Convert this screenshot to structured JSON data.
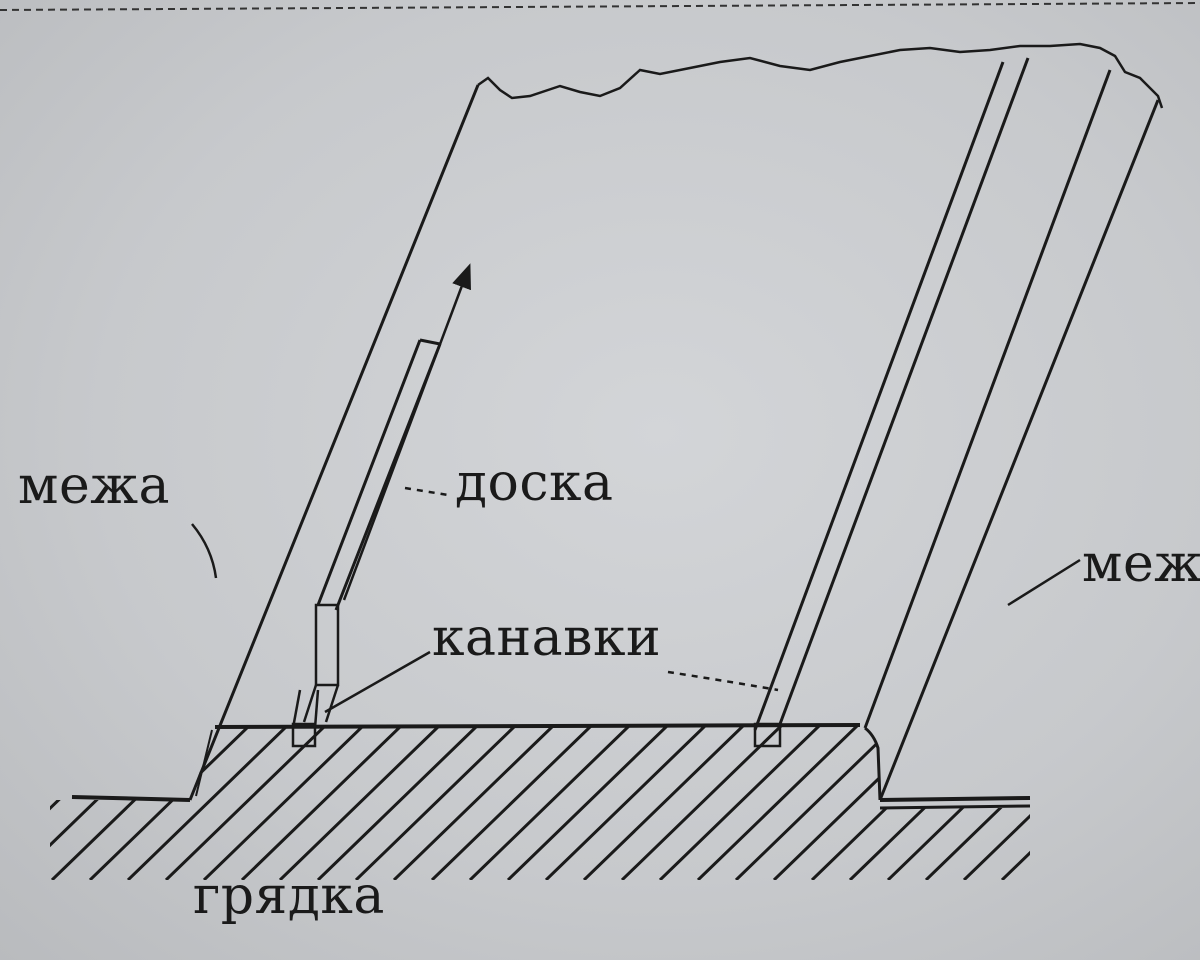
{
  "labels": {
    "mezha_left": "межа",
    "doska": "доска",
    "kanavki": "канавки",
    "mezha_right": "межа",
    "gryadka": "грядка"
  },
  "colors": {
    "ink": "#1a1a1a",
    "paper": "#c9cbce"
  }
}
